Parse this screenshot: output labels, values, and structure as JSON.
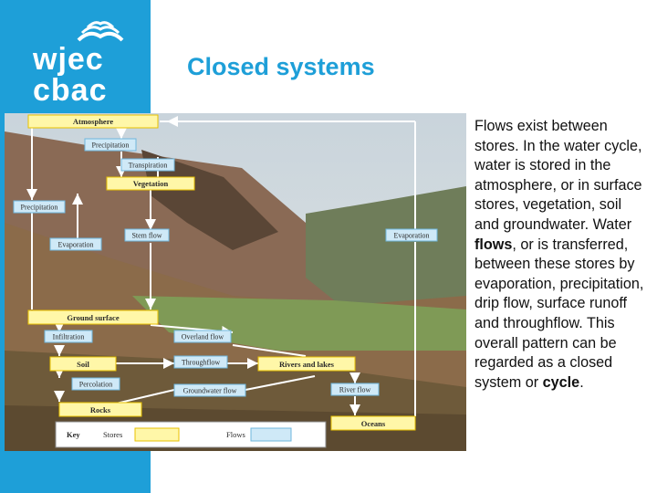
{
  "brand": {
    "line1": "wjec",
    "line2": "cbac",
    "color": "#1e9fd8"
  },
  "slide": {
    "title": "Closed systems"
  },
  "body": {
    "p1": "Flows exist between stores. In the water cycle, water is stored in the atmosphere, or in surface stores, vegetation, soil and groundwater. Water",
    "flows_word": "flows",
    "p2": ", or is transferred, between these stores by evaporation, precipitation, drip flow, surface runoff and throughflow. This overall pattern can be regarded as a closed system or",
    "cycle_word": "cycle",
    "p3": "."
  },
  "diagram": {
    "stores": {
      "atmosphere": "Atmosphere",
      "vegetation": "Vegetation",
      "ground_surface": "Ground surface",
      "soil": "Soil",
      "rivers_lakes": "Rivers and lakes",
      "rocks": "Rocks",
      "oceans": "Oceans"
    },
    "flows": {
      "precipitation_top": "Precipitation",
      "transpiration": "Transpiration",
      "precipitation_left": "Precipitation",
      "stem_flow": "Stem flow",
      "evaporation_left": "Evaporation",
      "evaporation_right": "Evaporation",
      "infiltration": "Infiltration",
      "overland_flow": "Overland flow",
      "throughflow": "Throughflow",
      "percolation": "Percolation",
      "groundwater_flow": "Groundwater flow",
      "river_flow": "River flow"
    },
    "key": {
      "title": "Key",
      "stores_label": "Stores",
      "flows_label": "Flows"
    },
    "colors": {
      "store_fill": "#fff7a8",
      "store_border": "#e8c200",
      "flow_fill": "#cfe9f7",
      "flow_border": "#6fb7de",
      "arrow": "#ffffff"
    }
  }
}
